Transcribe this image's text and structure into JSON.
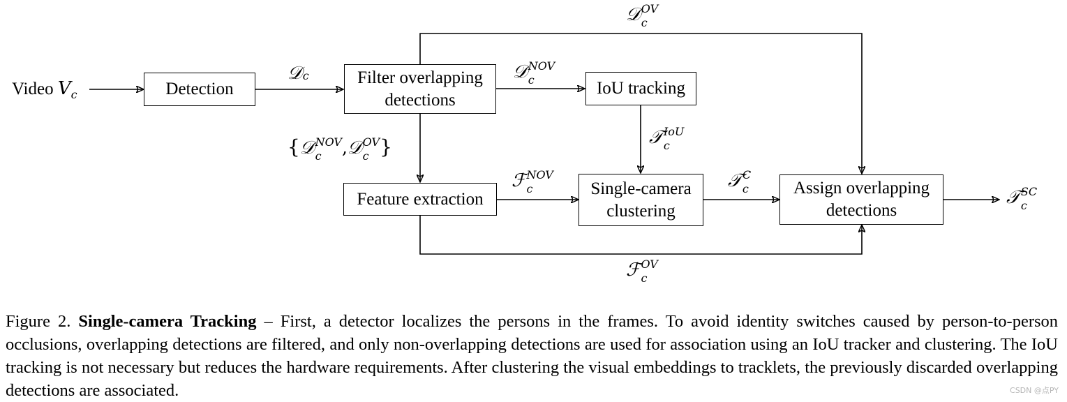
{
  "diagram": {
    "input_label": {
      "text": "Video ",
      "base": "V",
      "sub": "c"
    },
    "nodes": {
      "detection": "Detection",
      "filter": "Filter overlapping detections",
      "iou": "IoU tracking",
      "feature": "Feature extraction",
      "single_camera": "Single-camera clustering",
      "assign": "Assign overlapping detections"
    },
    "edges": {
      "detection_to_filter": {
        "base": "𝒟",
        "sub": "c",
        "sup": ""
      },
      "filter_to_iou": {
        "base": "𝒟",
        "sub": "c",
        "sup": "NOV"
      },
      "filter_to_assign": {
        "base": "𝒟",
        "sub": "c",
        "sup": "OV"
      },
      "filter_to_feature": {
        "open": "{",
        "base1": "𝒟",
        "sub1": "c",
        "sup1": "NOV",
        "sep": ",",
        "base2": "𝒟",
        "sub2": "c",
        "sup2": "OV",
        "close": "}"
      },
      "iou_to_single_camera": {
        "base": "𝒯",
        "sub": "c",
        "sup": "IoU"
      },
      "feature_to_single_camera": {
        "base": "ℱ",
        "sub": "c",
        "sup": "NOV"
      },
      "single_camera_to_assign": {
        "base": "𝒯",
        "sub": "c",
        "sup": "C"
      },
      "feature_to_assign": {
        "base": "ℱ",
        "sub": "c",
        "sup": "OV"
      },
      "output": {
        "base": "𝒯",
        "sub": "c",
        "sup": "SC"
      }
    }
  },
  "caption": {
    "prefix": "Figure 2. ",
    "bold": "Single-camera Tracking",
    "body": " – First, a detector localizes the persons in the frames. To avoid identity switches caused by person-to-person occlusions, overlapping detections are filtered, and only non-overlapping detections are used for association using an IoU tracker and clustering.  The IoU tracking is not necessary but reduces the hardware requirements.  After clustering the visual embeddings to tracklets, the previously discarded overlapping detections are associated."
  },
  "watermark": "CSDN @点PY"
}
